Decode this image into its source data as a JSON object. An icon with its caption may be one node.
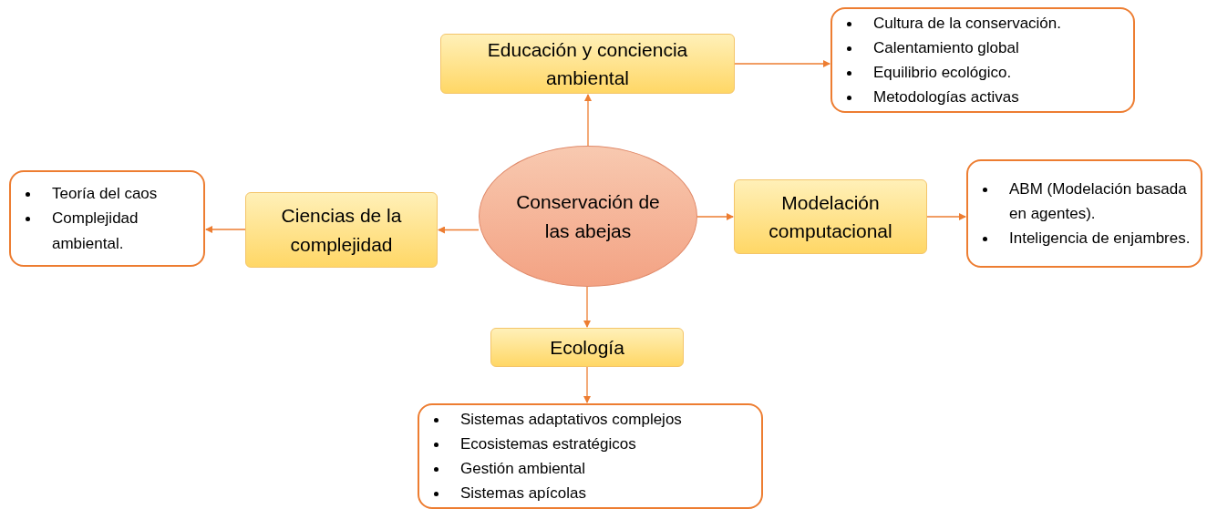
{
  "diagram": {
    "nodes": [
      {
        "text": [
          "Conservación de las abejas"
        ]
      },
      {
        "text": [
          "Educación y conciencia ambiental"
        ]
      },
      {
        "text": [
          "Cultura de la conservación.",
          "Calentamiento global",
          "Equilibrio ecológico.",
          "Metodologías activas"
        ]
      },
      {
        "text": [
          "Ciencias de la complejidad"
        ]
      },
      {
        "text": [
          "Teoría del caos",
          "Complejidad ambiental."
        ]
      },
      {
        "text": [
          "Modelación computacional"
        ]
      },
      {
        "text": [
          "ABM (Modelación basada en agentes).",
          "Inteligencia de enjambres."
        ]
      },
      {
        "text": [
          "Ecología"
        ]
      },
      {
        "text": [
          "Sistemas adaptativos complejos",
          "Ecosistemas estratégicos",
          "Gestión ambiental",
          "Sistemas apícolas"
        ]
      }
    ],
    "edges": [
      {
        "from": 0,
        "to": 1,
        "arrow": "to"
      },
      {
        "from": 1,
        "to": 2,
        "arrow": "to"
      },
      {
        "from": 0,
        "to": 3,
        "arrow": "to"
      },
      {
        "from": 3,
        "to": 4,
        "arrow": "to"
      },
      {
        "from": 0,
        "to": 5,
        "arrow": "to"
      },
      {
        "from": 5,
        "to": 6,
        "arrow": "to"
      },
      {
        "from": 0,
        "to": 7,
        "arrow": "to"
      },
      {
        "from": 7,
        "to": 8,
        "arrow": "to"
      }
    ]
  }
}
